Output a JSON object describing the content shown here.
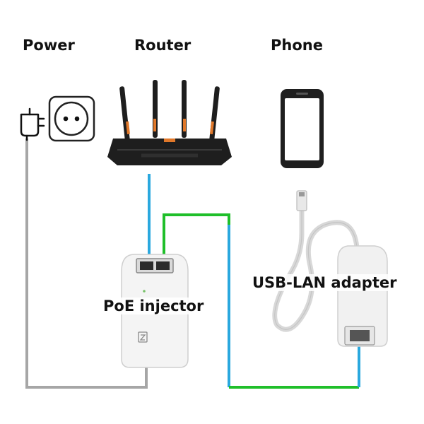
{
  "labels": {
    "power": "Power",
    "router": "Router",
    "phone": "Phone",
    "poe_injector": "PoE injector",
    "usb_lan_adapter": "USB-LAN adapter"
  },
  "colors": {
    "power_cable": "#a6a6a6",
    "router_ethernet": "#2aa8de",
    "poe_ethernet": "#1fbf2a",
    "adapter_ethernet": "#2aa8de",
    "router_body": "#1e1e1e",
    "router_accent": "#e0782a",
    "device_white": "#f4f4f4"
  },
  "icons": {
    "power": [
      "power-plug-icon",
      "wall-socket-icon"
    ],
    "router": "router-icon",
    "phone": "smartphone-icon",
    "poe_injector": "poe-injector-icon",
    "usb_lan_adapter": "usb-lan-adapter-icon"
  }
}
